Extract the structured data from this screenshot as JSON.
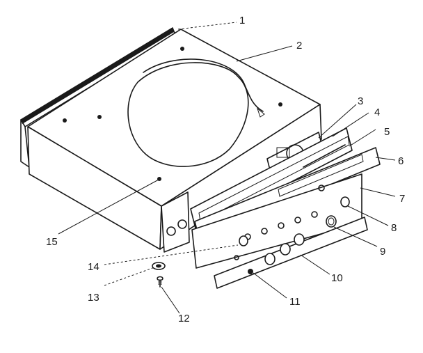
{
  "callouts": [
    {
      "id": "c1",
      "text": "1"
    },
    {
      "id": "c2",
      "text": "2"
    },
    {
      "id": "c3",
      "text": "3"
    },
    {
      "id": "c4",
      "text": "4"
    },
    {
      "id": "c5",
      "text": "5"
    },
    {
      "id": "c6",
      "text": "6"
    },
    {
      "id": "c7",
      "text": "7"
    },
    {
      "id": "c8",
      "text": "8"
    },
    {
      "id": "c9",
      "text": "9"
    },
    {
      "id": "c10",
      "text": "10"
    },
    {
      "id": "c11",
      "text": "11"
    },
    {
      "id": "c12",
      "text": "12"
    },
    {
      "id": "c13",
      "text": "13"
    },
    {
      "id": "c14",
      "text": "14"
    },
    {
      "id": "c15",
      "text": "15"
    }
  ]
}
